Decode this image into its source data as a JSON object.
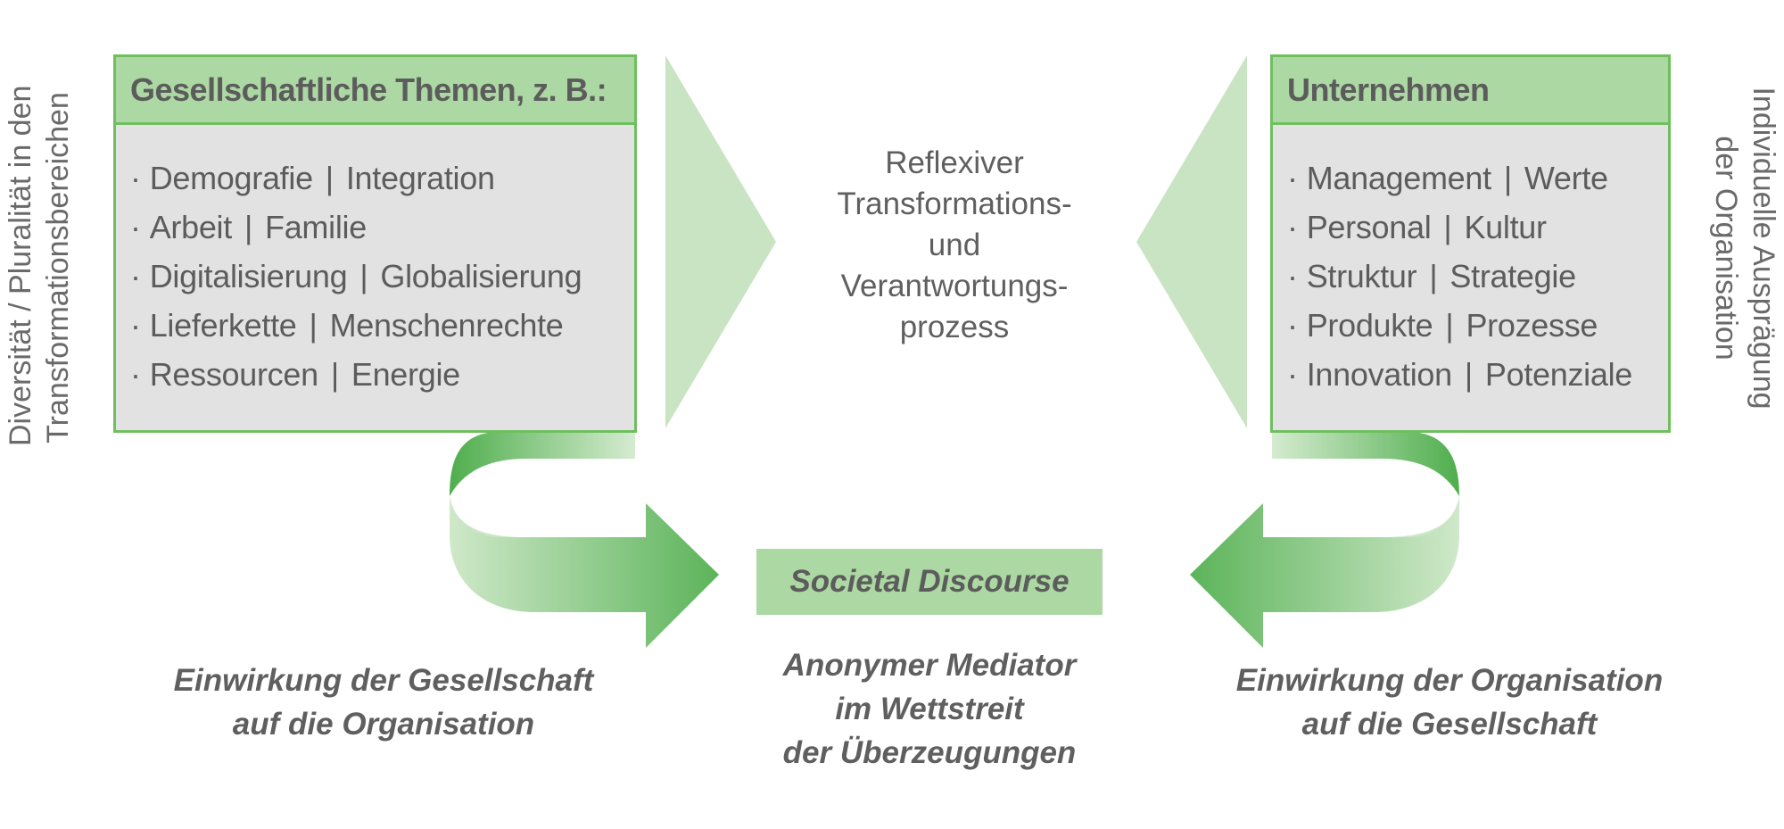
{
  "colors": {
    "box_header": "#acd8a3",
    "box_body": "#e1e2e1",
    "box_border": "#6fbf5f",
    "arrow_light": "#c9e4c3",
    "arrow_dark": "#5cb45a",
    "text": "#5f5f5f"
  },
  "left_box": {
    "title": "Gesellschaftliche Themen, z. B.:",
    "items": [
      {
        "a": "Demografie",
        "b": "Integration"
      },
      {
        "a": "Arbeit",
        "b": "Familie"
      },
      {
        "a": "Digitalisierung",
        "b": "Globalisierung"
      },
      {
        "a": "Lieferkette",
        "b": "Menschenrechte"
      },
      {
        "a": "Ressourcen",
        "b": "Energie"
      }
    ]
  },
  "right_box": {
    "title": "Unternehmen",
    "items": [
      {
        "a": "Management",
        "b": "Werte"
      },
      {
        "a": "Personal",
        "b": "Kultur"
      },
      {
        "a": "Struktur",
        "b": "Strategie"
      },
      {
        "a": "Produkte",
        "b": "Prozesse"
      },
      {
        "a": "Innovation",
        "b": "Potenziale"
      }
    ]
  },
  "separator": "|",
  "bullet": "·",
  "center": {
    "lines": [
      "Reflexiver",
      "Transformations-",
      "und",
      "Verantwortungs-",
      "prozess"
    ]
  },
  "discourse": {
    "label": "Societal Discourse"
  },
  "captions": {
    "left": [
      "Einwirkung der Gesellschaft",
      "auf die Organisation"
    ],
    "middle": [
      "Anonymer Mediator",
      "im Wettstreit",
      "der Überzeugungen"
    ],
    "right": [
      "Einwirkung der Organisation",
      "auf die Gesellschaft"
    ]
  },
  "side_labels": {
    "left": [
      "Diversität / Pluralität in den",
      "Transformationsbereichen"
    ],
    "right": [
      "Individuelle Ausprägung",
      "der Organisation"
    ]
  }
}
